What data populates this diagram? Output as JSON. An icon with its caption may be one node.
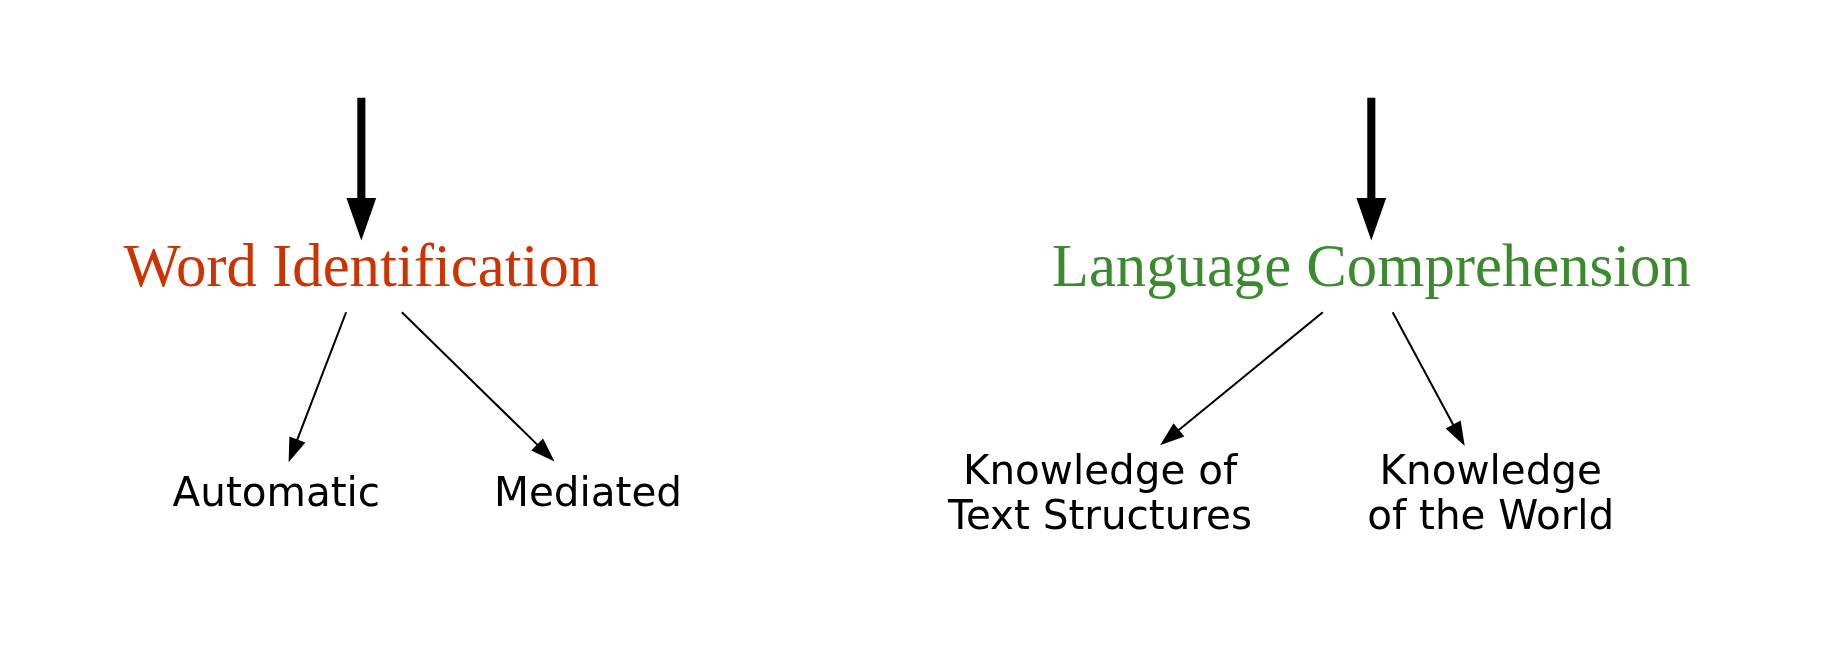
{
  "diagram": {
    "nodes": [
      {
        "text": [
          "Word Identification"
        ]
      },
      {
        "text": [
          "Language Comprehension"
        ]
      },
      {
        "text": [
          "Automatic"
        ]
      },
      {
        "text": [
          "Mediated"
        ]
      },
      {
        "text": [
          "Knowledge of Text Structures"
        ]
      },
      {
        "text": [
          "Knowledge of the World"
        ]
      }
    ],
    "edges": [
      {
        "from": null,
        "to": 0,
        "arrow": "to",
        "style": "thick"
      },
      {
        "from": null,
        "to": 1,
        "arrow": "to",
        "style": "thick"
      },
      {
        "from": 0,
        "to": 2,
        "arrow": "to"
      },
      {
        "from": 0,
        "to": 3,
        "arrow": "to"
      },
      {
        "from": 1,
        "to": 4,
        "arrow": "to"
      },
      {
        "from": 1,
        "to": 5,
        "arrow": "to"
      }
    ]
  }
}
